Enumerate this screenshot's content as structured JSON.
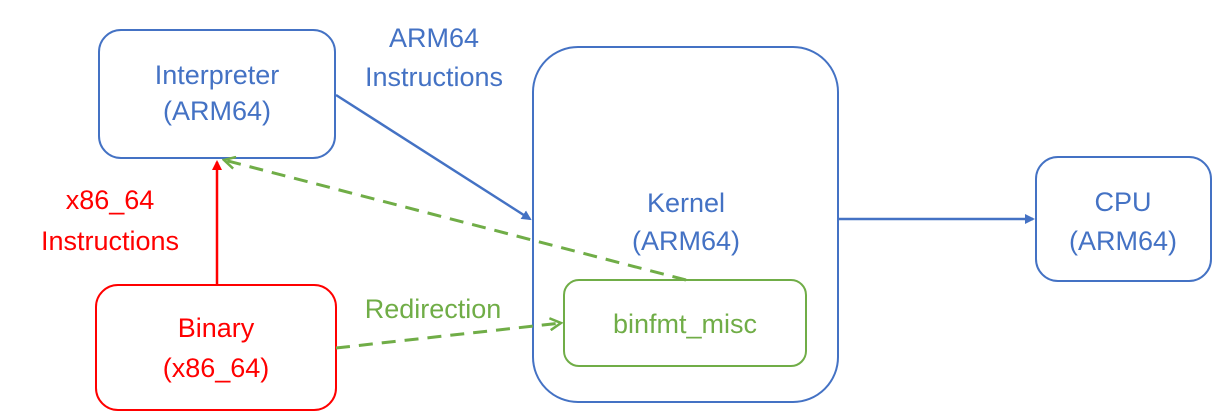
{
  "colors": {
    "blue": "#4472C4",
    "red": "#FF0000",
    "green": "#70AD47"
  },
  "nodes": {
    "interpreter": {
      "line1": "Interpreter",
      "line2": "(ARM64)"
    },
    "kernel": {
      "line1": "Kernel",
      "line2": "(ARM64)"
    },
    "binfmt": {
      "line1": "binfmt_misc"
    },
    "cpu": {
      "line1": "CPU",
      "line2": "(ARM64)"
    },
    "binary": {
      "line1": "Binary",
      "line2": "(x86_64)"
    }
  },
  "edges": {
    "arm64_instructions": {
      "line1": "ARM64",
      "line2": "Instructions"
    },
    "x86_instructions": {
      "line1": "x86_64",
      "line2": "Instructions"
    },
    "redirection": {
      "label": "Redirection"
    }
  }
}
